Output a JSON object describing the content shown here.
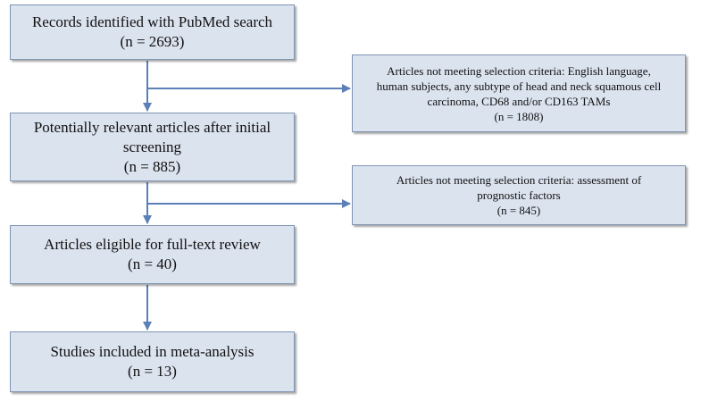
{
  "flowchart": {
    "steps": [
      {
        "title": "Records identified with PubMed search",
        "count": "(n = 2693)"
      },
      {
        "title_line1": "Potentially relevant articles after initial",
        "title_line2": "screening",
        "count": "(n = 885)"
      },
      {
        "title": "Articles eligible for full-text review",
        "count": "(n = 40)"
      },
      {
        "title": "Studies included in meta-analysis",
        "count": "(n = 13)"
      }
    ],
    "exclusions": [
      {
        "line1": "Articles not meeting selection criteria: English language,",
        "line2": "human subjects, any subtype of head and neck squamous cell",
        "line3": "carcinoma, CD68 and/or CD163 TAMs",
        "count": "(n = 1808)"
      },
      {
        "line1": "Articles not meeting selection criteria: assessment of",
        "line2": "prognostic factors",
        "count": "(n = 845)"
      }
    ]
  },
  "colors": {
    "box_fill": "#dbe3ef",
    "box_border": "#7f95b3",
    "arrow": "#5b80b8"
  }
}
